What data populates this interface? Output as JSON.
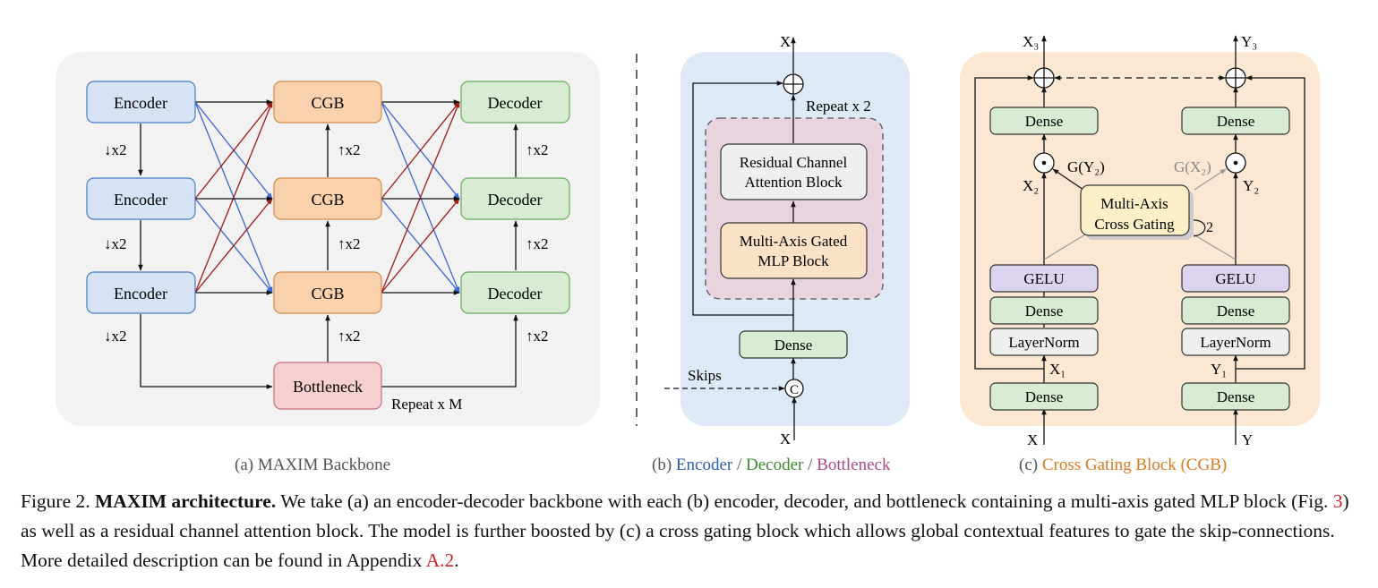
{
  "panel_a": {
    "encoders": [
      "Encoder",
      "Encoder",
      "Encoder"
    ],
    "cgbs": [
      "CGB",
      "CGB",
      "CGB"
    ],
    "decoders": [
      "Decoder",
      "Decoder",
      "Decoder"
    ],
    "bottleneck": "Bottleneck",
    "down_label": "↓x2",
    "up_label": "↑x2",
    "repeat_label": "Repeat x M",
    "caption": "(a) MAXIM Backbone"
  },
  "panel_b": {
    "output_label": "X",
    "input_label": "X",
    "repeat_label": "Repeat x 2",
    "rcab_line1": "Residual Channel",
    "rcab_line2": "Attention Block",
    "mlp_line1": "Multi-Axis Gated",
    "mlp_line2": "MLP Block",
    "dense": "Dense",
    "skips": "Skips",
    "concat": "C",
    "caption_prefix": "(b) ",
    "caption_encoder": "Encoder",
    "caption_decoder": "Decoder",
    "caption_bottleneck": "Bottleneck",
    "caption_sep": " / "
  },
  "panel_c": {
    "out_x": "X₃",
    "out_y": "Y₃",
    "dense": "Dense",
    "gelu": "GELU",
    "layernorm": "LayerNorm",
    "x2": "X₂",
    "y2": "Y₂",
    "x1": "X₁",
    "y1": "Y₁",
    "in_x": "X",
    "in_y": "Y",
    "g_y2": "G(Y₂)",
    "g_x2": "G(X₂)",
    "mcg_line1": "Multi-Axis",
    "mcg_line2": "Cross Gating",
    "mcg_repeat": "2",
    "caption_prefix": "(c) ",
    "caption_highlight": "Cross Gating Block (CGB)"
  },
  "caption": {
    "figure_label": "Figure 2.",
    "title": "MAXIM architecture.",
    "text1": " We take (a) an encoder-decoder backbone with each (b) encoder, decoder, and bottleneck containing a multi-axis gated MLP block (Fig. ",
    "ref1": "3",
    "text2": ") as well as a residual channel attention block. The model is further boosted by (c) a cross gating block which allows global contextual features to gate the skip-connections. More detailed description can be found in Appendix ",
    "ref2": "A.2",
    "text3": "."
  },
  "colors": {
    "encoder_fill": "#d5e3f4",
    "cgb_fill": "#f9d2ad",
    "decoder_fill": "#d7ecd3",
    "bottleneck_fill": "#f5cfd2",
    "gelu_fill": "#dcd3ee",
    "mcg_fill": "#fdf0c8",
    "panel_a_bg": "#f2f2f2",
    "panel_b_bg": "#dde9f6",
    "panel_c_bg": "#fbe7d2",
    "blue_line": "#3b66d6",
    "red_line": "#a01818"
  }
}
